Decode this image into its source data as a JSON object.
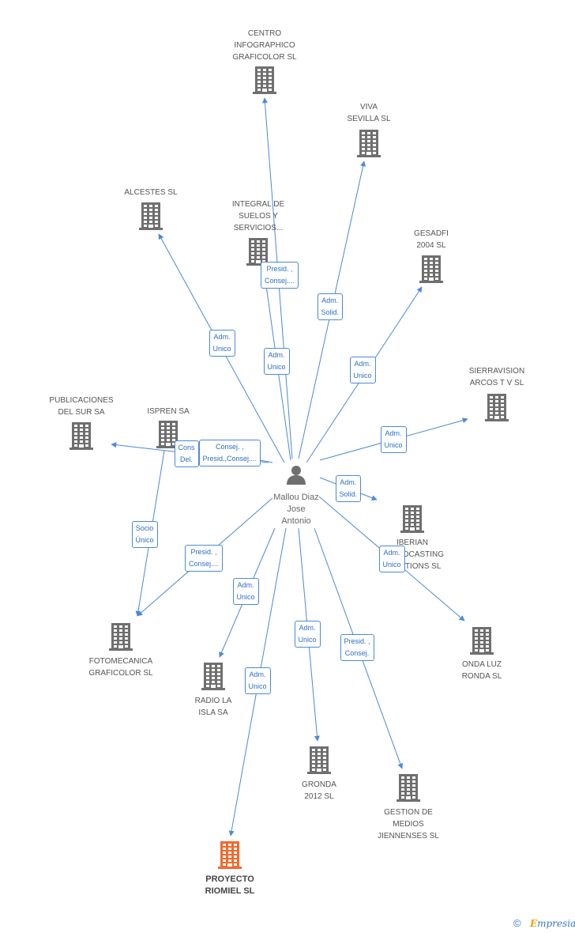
{
  "center": {
    "name": "Mallou Diaz Jose Antonio",
    "label_lines": [
      "Mallou Diaz",
      "Jose",
      "Antonio"
    ]
  },
  "companies": [
    {
      "id": "centro",
      "lines": [
        "CENTRO",
        "INFOGRAPHICO",
        "GRAFICOLOR SL"
      ],
      "highlight": false
    },
    {
      "id": "viva",
      "lines": [
        "VIVA",
        "SEVILLA SL"
      ],
      "highlight": false
    },
    {
      "id": "alcestes",
      "lines": [
        "ALCESTES SL"
      ],
      "highlight": false
    },
    {
      "id": "integral",
      "lines": [
        "INTEGRAL DE",
        "SUELOS Y",
        "SERVICIOS..."
      ],
      "highlight": false
    },
    {
      "id": "gesadfi",
      "lines": [
        "GESADFI",
        "2004 SL"
      ],
      "highlight": false
    },
    {
      "id": "sierravision",
      "lines": [
        "SIERRAVISION",
        "ARCOS T V SL"
      ],
      "highlight": false
    },
    {
      "id": "publicaciones",
      "lines": [
        "PUBLICACIONES",
        "DEL SUR SA"
      ],
      "highlight": false
    },
    {
      "id": "ispren",
      "lines": [
        "ISPREN SA"
      ],
      "highlight": false
    },
    {
      "id": "iberian",
      "lines": [
        "IBERIAN",
        "BROADCASTING",
        "SOLUTIONS SL"
      ],
      "highlight": false
    },
    {
      "id": "fotomecanica",
      "lines": [
        "FOTOMECANICA",
        "GRAFICOLOR SL"
      ],
      "highlight": false
    },
    {
      "id": "onda",
      "lines": [
        "ONDA LUZ",
        "RONDA SL"
      ],
      "highlight": false
    },
    {
      "id": "radio",
      "lines": [
        "RADIO LA",
        "ISLA SA"
      ],
      "highlight": false
    },
    {
      "id": "gronda",
      "lines": [
        "GRONDA",
        "2012 SL"
      ],
      "highlight": false
    },
    {
      "id": "gestion",
      "lines": [
        "GESTION DE",
        "MEDIOS",
        "JIENNENSES SL"
      ],
      "highlight": false
    },
    {
      "id": "proyecto",
      "lines": [
        "PROYECTO",
        "RIOMIEL SL"
      ],
      "highlight": true
    }
  ],
  "relations": [
    {
      "target": "centro",
      "lines": [
        "Presid. ,",
        "Consej...."
      ]
    },
    {
      "target": "viva",
      "lines": [
        "Adm.",
        "Solid."
      ]
    },
    {
      "target": "alcestes",
      "lines": [
        "Adm.",
        "Unico"
      ]
    },
    {
      "target": "integral",
      "lines": [
        "Adm.",
        "Unico"
      ]
    },
    {
      "target": "gesadfi",
      "lines": [
        "Adm.",
        "Unico"
      ]
    },
    {
      "target": "sierravision",
      "lines": [
        "Adm.",
        "Unico"
      ]
    },
    {
      "target": "publicaciones",
      "lines": [
        "Cons",
        "Del."
      ]
    },
    {
      "target": "ispren",
      "lines": [
        "Consej. ,",
        "Presid.,Consej...."
      ]
    },
    {
      "target": "iberian",
      "lines": [
        "Adm.",
        "Solid."
      ]
    },
    {
      "target": "onda",
      "lines": [
        "Adm.",
        "Unico"
      ]
    },
    {
      "target": "fotomecanica",
      "lines": [
        "Presid. ,",
        "Consej...."
      ]
    },
    {
      "target": "radio",
      "lines": [
        "Adm.",
        "Unico"
      ]
    },
    {
      "target": "proyecto",
      "lines": [
        "Adm.",
        "Unico"
      ]
    },
    {
      "target": "gronda",
      "lines": [
        "Adm.",
        "Unico"
      ]
    },
    {
      "target": "gestion",
      "lines": [
        "Presid. ,",
        "Consej."
      ]
    },
    {
      "source": "ispren",
      "target": "fotomecanica",
      "lines": [
        "Socio",
        "Único"
      ]
    }
  ],
  "colors": {
    "edge": "#4a8ad6",
    "building": "#6f6f6f",
    "highlight": "#f26a2e",
    "person": "#6f6f6f"
  },
  "footer": {
    "copyright_symbol": "©",
    "brand_first": "E",
    "brand_rest": "mpresia"
  }
}
